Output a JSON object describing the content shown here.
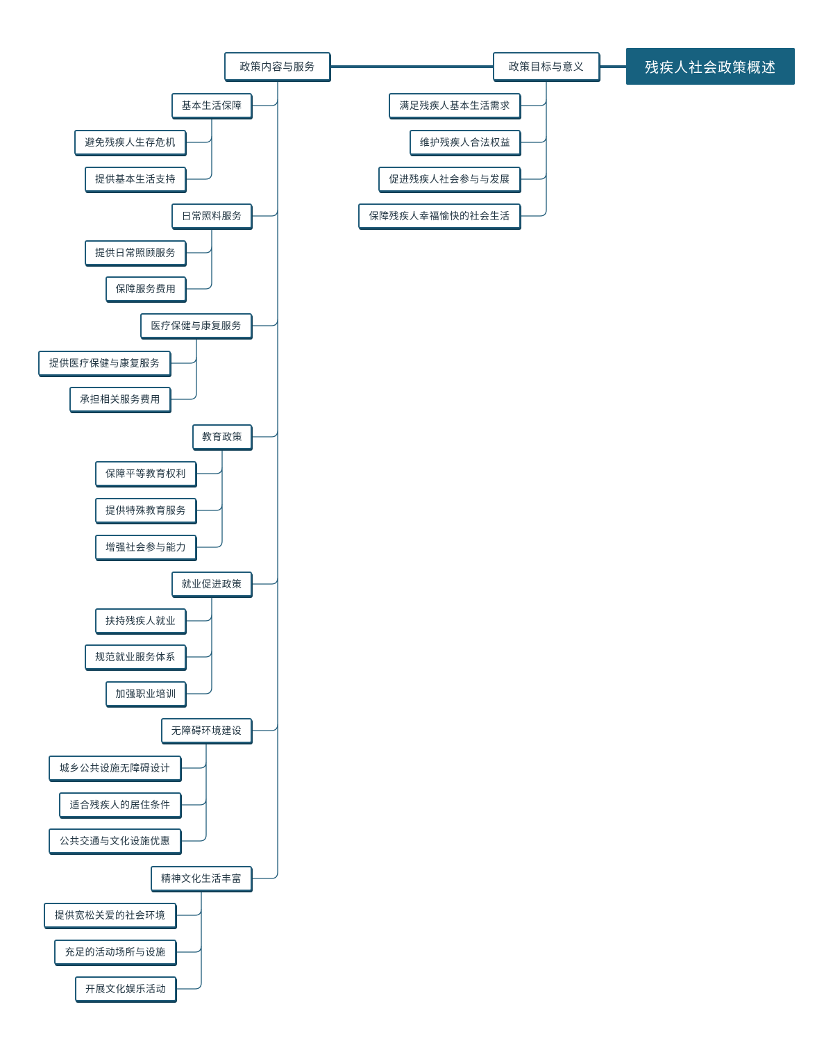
{
  "colors": {
    "root_fill": "#17617f",
    "border": "#1e5a78",
    "connector": "#1e5a78",
    "text": "#1f3340"
  },
  "root": {
    "label": "残疾人社会政策概述"
  },
  "goals": {
    "label": "政策目标与意义",
    "items": [
      "满足残疾人基本生活需求",
      "维护残疾人合法权益",
      "促进残疾人社会参与与发展",
      "保障残疾人幸福愉快的社会生活"
    ]
  },
  "content": {
    "label": "政策内容与服务",
    "sections": [
      {
        "label": "基本生活保障",
        "items": [
          "避免残疾人生存危机",
          "提供基本生活支持"
        ]
      },
      {
        "label": "日常照料服务",
        "items": [
          "提供日常照顾服务",
          "保障服务费用"
        ]
      },
      {
        "label": "医疗保健与康复服务",
        "items": [
          "提供医疗保健与康复服务",
          "承担相关服务费用"
        ]
      },
      {
        "label": "教育政策",
        "items": [
          "保障平等教育权利",
          "提供特殊教育服务",
          "增强社会参与能力"
        ]
      },
      {
        "label": "就业促进政策",
        "items": [
          "扶持残疾人就业",
          "规范就业服务体系",
          "加强职业培训"
        ]
      },
      {
        "label": "无障碍环境建设",
        "items": [
          "城乡公共设施无障碍设计",
          "适合残疾人的居住条件",
          "公共交通与文化设施优惠"
        ]
      },
      {
        "label": "精神文化生活丰富",
        "items": [
          "提供宽松关爱的社会环境",
          "充足的活动场所与设施",
          "开展文化娱乐活动"
        ]
      }
    ]
  }
}
